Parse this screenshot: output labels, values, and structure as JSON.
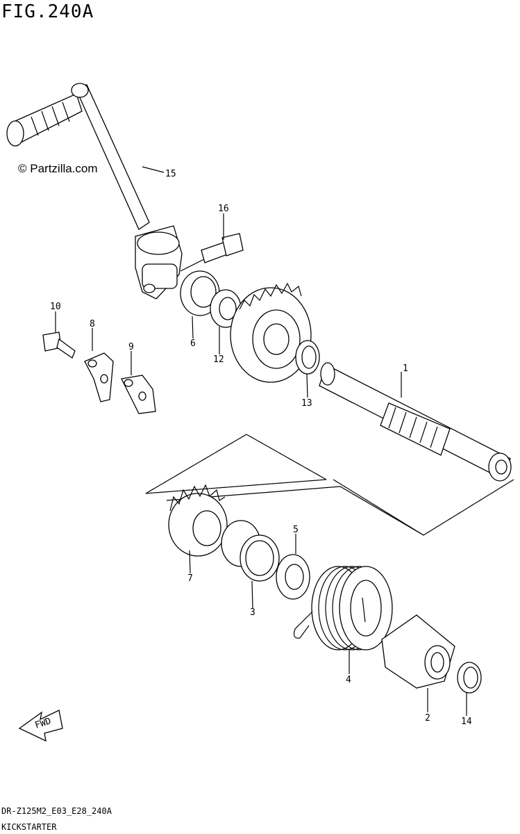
{
  "figure": {
    "title": "FIG.240A",
    "watermark": "© Partzilla.com",
    "footer_code": "DR-Z125M2_E03_E28_240A",
    "footer_name": "KICKSTARTER",
    "direction_label": "FWD"
  },
  "callouts": [
    {
      "id": "1",
      "label": "1"
    },
    {
      "id": "2",
      "label": "2"
    },
    {
      "id": "3",
      "label": "3"
    },
    {
      "id": "4",
      "label": "4"
    },
    {
      "id": "5",
      "label": "5"
    },
    {
      "id": "6",
      "label": "6"
    },
    {
      "id": "7",
      "label": "7"
    },
    {
      "id": "8",
      "label": "8"
    },
    {
      "id": "9",
      "label": "9"
    },
    {
      "id": "10",
      "label": "10"
    },
    {
      "id": "12",
      "label": "12"
    },
    {
      "id": "13",
      "label": "13"
    },
    {
      "id": "14",
      "label": "14"
    },
    {
      "id": "15",
      "label": "15"
    },
    {
      "id": "16",
      "label": "16"
    }
  ]
}
